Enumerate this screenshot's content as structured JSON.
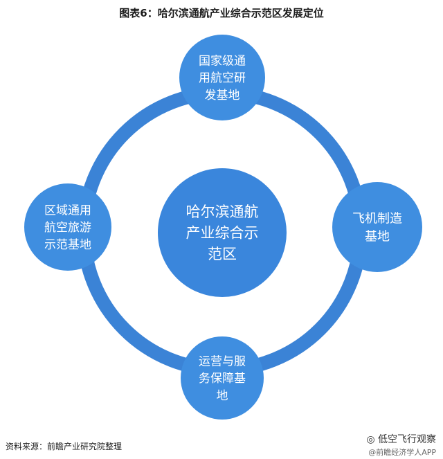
{
  "title": "图表6：哈尔滨通航产业综合示范区发展定位",
  "diagram": {
    "center": {
      "label_lines": [
        "哈尔滨通航",
        "产业综合示",
        "范区"
      ]
    },
    "nodes": [
      {
        "id": "top",
        "label_lines": [
          "国家级通",
          "用航空研",
          "发基地"
        ]
      },
      {
        "id": "right",
        "label_lines": [
          "飞机制造",
          "基地"
        ]
      },
      {
        "id": "bottom",
        "label_lines": [
          "运营与服",
          "务保障基",
          "地"
        ]
      },
      {
        "id": "left",
        "label_lines": [
          "区域通用",
          "航空旅游",
          "示范基地"
        ]
      }
    ],
    "colors": {
      "ring": "#3b83d6",
      "node": "#3f8ee0",
      "center": "#3a86dc",
      "text": "#ffffff"
    }
  },
  "footer": {
    "source": "资料来源：前瞻产业研究院整理",
    "wechat_account": "低空飞行观察",
    "app": "@前瞻经济学人APP"
  }
}
